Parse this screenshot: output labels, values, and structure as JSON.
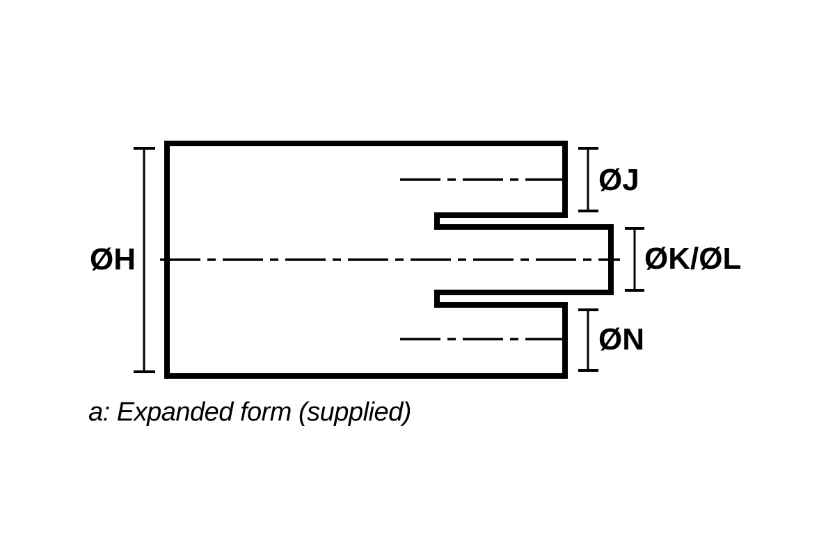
{
  "diagram": {
    "caption": "a: Expanded form (supplied)",
    "labels": {
      "outer_diameter": "ØH",
      "upper_wall_diameter": "ØJ",
      "inner_tube_diameter": "ØK/ØL",
      "lower_wall_diameter": "ØN"
    },
    "colors": {
      "line": "#000000",
      "background": "#ffffff"
    }
  }
}
